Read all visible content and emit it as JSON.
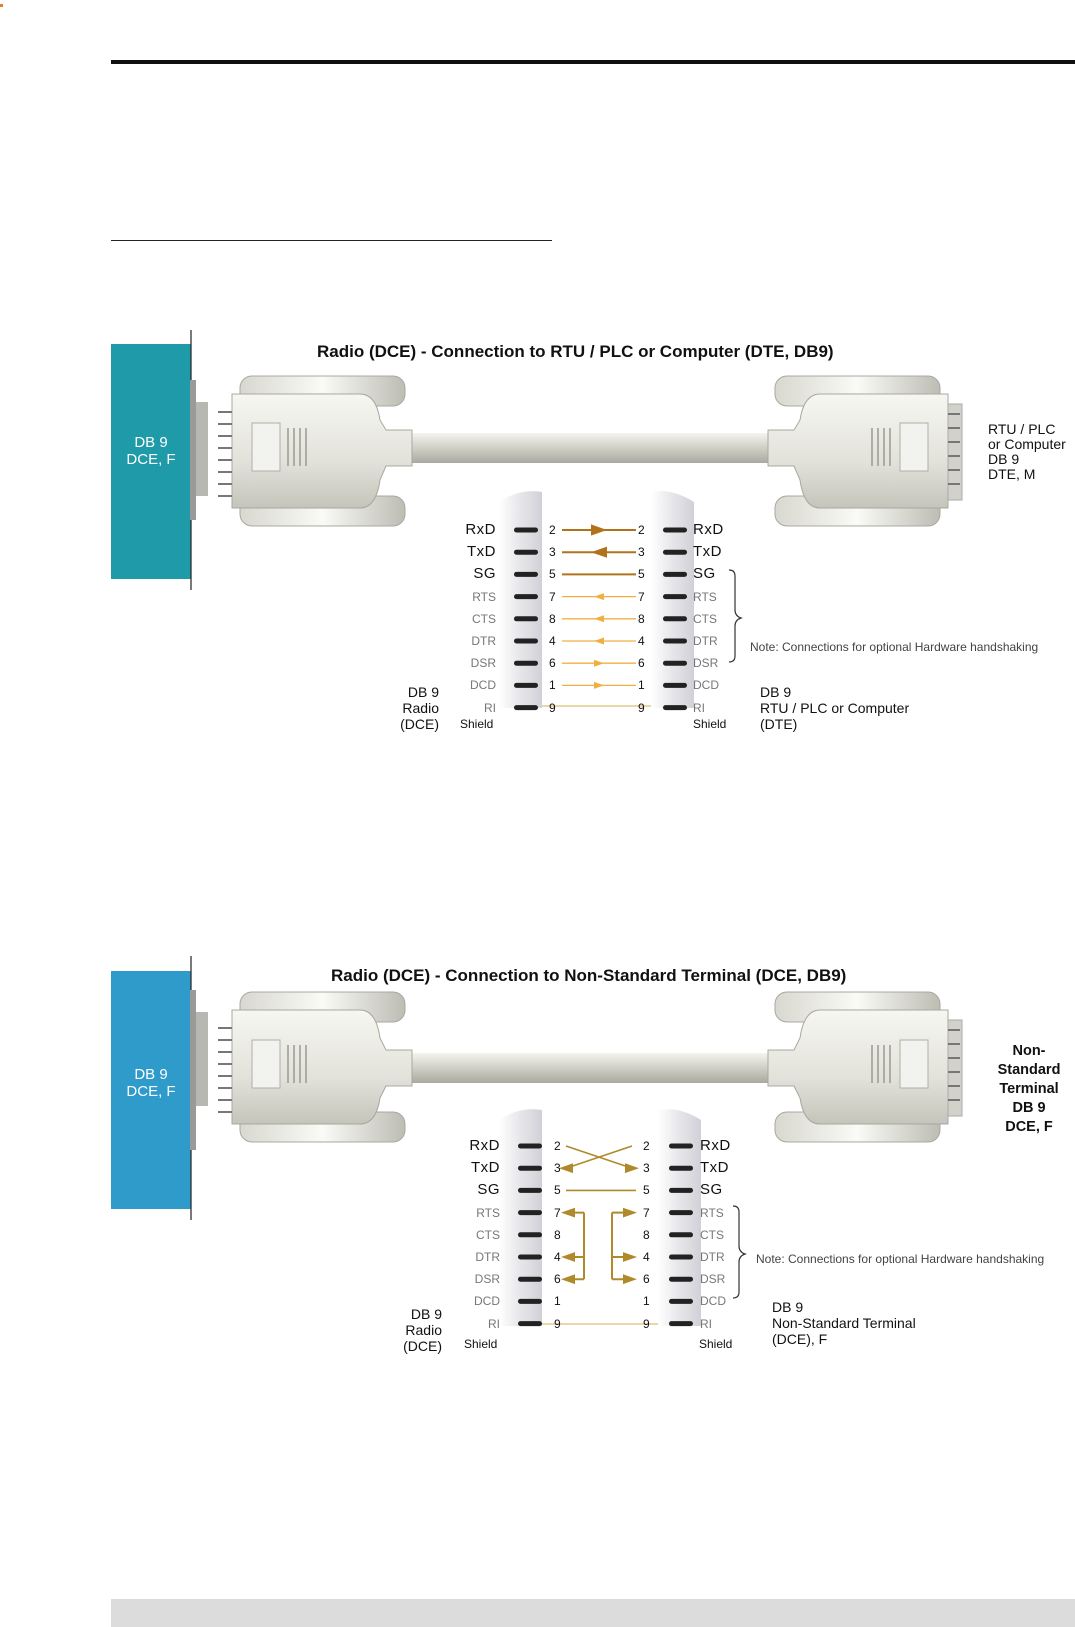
{
  "diagrams": [
    {
      "title": "Radio (DCE) - Connection to RTU / PLC or Computer (DTE, DB9)",
      "panel_color": "#1f9aa9",
      "panel_label": [
        "DB 9",
        "DCE, F"
      ],
      "right_label": [
        "RTU / PLC",
        "or Computer",
        "DB 9",
        "DTE, M"
      ],
      "pins": [
        {
          "left_signal": "RxD",
          "left_pin": "2",
          "right_pin": "2",
          "right_signal": "RxD",
          "style": "main",
          "direction": "right"
        },
        {
          "left_signal": "TxD",
          "left_pin": "3",
          "right_pin": "3",
          "right_signal": "TxD",
          "style": "main",
          "direction": "left"
        },
        {
          "left_signal": "SG",
          "left_pin": "5",
          "right_pin": "5",
          "right_signal": "SG",
          "style": "main",
          "direction": "none"
        },
        {
          "left_signal": "RTS",
          "left_pin": "7",
          "right_pin": "7",
          "right_signal": "RTS",
          "style": "opt",
          "direction": "left"
        },
        {
          "left_signal": "CTS",
          "left_pin": "8",
          "right_pin": "8",
          "right_signal": "CTS",
          "style": "opt",
          "direction": "left"
        },
        {
          "left_signal": "DTR",
          "left_pin": "4",
          "right_pin": "4",
          "right_signal": "DTR",
          "style": "opt",
          "direction": "left"
        },
        {
          "left_signal": "DSR",
          "left_pin": "6",
          "right_pin": "6",
          "right_signal": "DSR",
          "style": "opt",
          "direction": "right"
        },
        {
          "left_signal": "DCD",
          "left_pin": "1",
          "right_pin": "1",
          "right_signal": "DCD",
          "style": "opt",
          "direction": "right"
        },
        {
          "left_signal": "RI",
          "left_pin": "9",
          "right_pin": "9",
          "right_signal": "RI",
          "style": "opt",
          "direction": "none"
        }
      ],
      "shield": "Shield",
      "note": "Note: Connections for optional Hardware handshaking",
      "left_end_label": [
        "DB 9",
        "Radio",
        "(DCE)"
      ],
      "right_end_label": [
        "DB 9",
        "RTU / PLC or Computer",
        "(DTE)"
      ]
    },
    {
      "title": "Radio (DCE) - Connection to Non-Standard Terminal (DCE, DB9)",
      "panel_color": "#2f9bcb",
      "panel_label": [
        "DB 9",
        "DCE, F"
      ],
      "right_label": [
        "Non-",
        "Standard",
        "Terminal",
        "DB 9",
        "DCE, F"
      ],
      "pins": [
        {
          "left_signal": "RxD",
          "left_pin": "2",
          "right_pin": "2",
          "right_signal": "RxD",
          "style": "main"
        },
        {
          "left_signal": "TxD",
          "left_pin": "3",
          "right_pin": "3",
          "right_signal": "TxD",
          "style": "main"
        },
        {
          "left_signal": "SG",
          "left_pin": "5",
          "right_pin": "5",
          "right_signal": "SG",
          "style": "main"
        },
        {
          "left_signal": "RTS",
          "left_pin": "7",
          "right_pin": "7",
          "right_signal": "RTS",
          "style": "opt"
        },
        {
          "left_signal": "CTS",
          "left_pin": "8",
          "right_pin": "8",
          "right_signal": "CTS",
          "style": "opt"
        },
        {
          "left_signal": "DTR",
          "left_pin": "4",
          "right_pin": "4",
          "right_signal": "DTR",
          "style": "opt"
        },
        {
          "left_signal": "DSR",
          "left_pin": "6",
          "right_pin": "6",
          "right_signal": "DSR",
          "style": "opt"
        },
        {
          "left_signal": "DCD",
          "left_pin": "1",
          "right_pin": "1",
          "right_signal": "DCD",
          "style": "opt"
        },
        {
          "left_signal": "RI",
          "left_pin": "9",
          "right_pin": "9",
          "right_signal": "RI",
          "style": "opt"
        }
      ],
      "shield": "Shield",
      "note": "Note: Connections for optional Hardware handshaking",
      "left_end_label": [
        "DB 9",
        "Radio",
        "(DCE)"
      ],
      "right_end_label": [
        "DB 9",
        "Non-Standard Terminal",
        "(DCE), F"
      ]
    }
  ],
  "colors": {
    "wire_main": "#b0731c",
    "wire_opt": "#f0b040",
    "wire_cross": "#b08a2a",
    "cable": "#d6d6cc",
    "connector": "#e8e8e0"
  }
}
